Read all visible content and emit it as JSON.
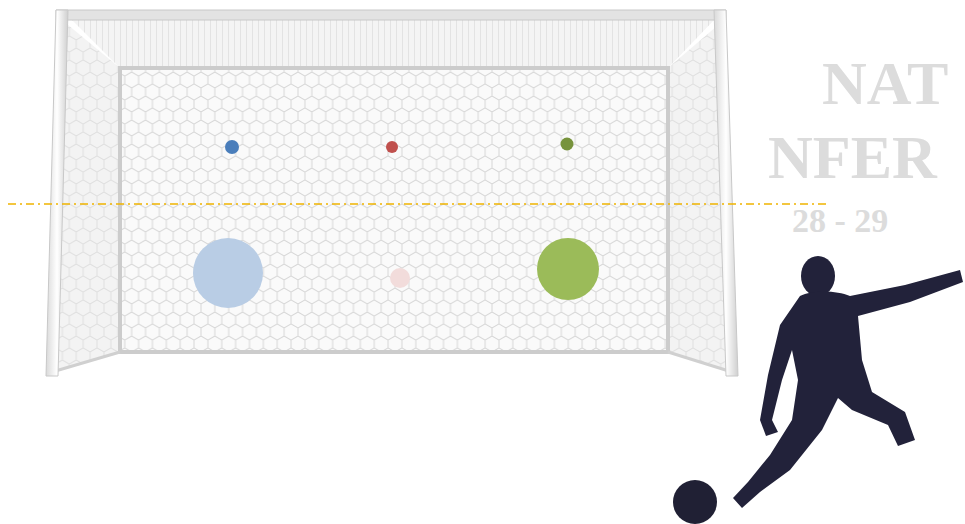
{
  "diagram": {
    "labels": [
      "NAT",
      "NFER",
      "28 - 29"
    ]
  }
}
